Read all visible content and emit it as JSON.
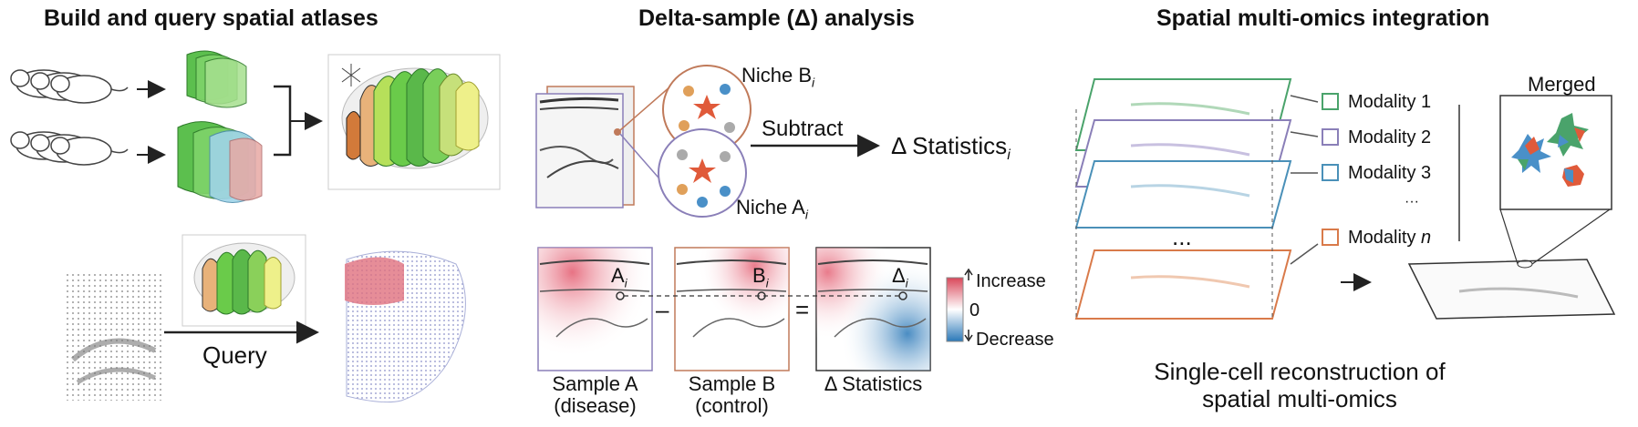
{
  "panel1": {
    "title": "Build and query spatial atlases",
    "query_label": "Query"
  },
  "panel2": {
    "title": "Delta-sample (Δ) analysis",
    "niche_b": "Niche B",
    "niche_a": "Niche A",
    "subscript_i": "i",
    "subtract": "Subtract",
    "delta_statistics": "Δ Statistics",
    "point_a": "A",
    "point_b": "B",
    "point_delta": "Δ",
    "minus": "–",
    "equals": "=",
    "legend": {
      "increase": "Increase",
      "zero": "0",
      "decrease": "Decrease",
      "high_color": "#d9475a",
      "mid_color": "#ffffff",
      "low_color": "#2a78b8"
    },
    "samples": [
      {
        "line1": "Sample A",
        "line2": "(disease)"
      },
      {
        "line1": "Sample B",
        "line2": "(control)"
      },
      {
        "line1": "Δ Statistics",
        "line2": ""
      }
    ]
  },
  "panel3": {
    "title": "Spatial multi-omics integration",
    "merged": "Merged",
    "modalities": [
      {
        "label": "Modality 1",
        "suffix": "",
        "color": "#4aa36b"
      },
      {
        "label": "Modality 2",
        "suffix": "",
        "color": "#8a7fb8"
      },
      {
        "label": "Modality 3",
        "suffix": "",
        "color": "#4a90b8"
      },
      {
        "label": "Modality ",
        "suffix": "n",
        "color": "#d97a4a"
      }
    ],
    "ellipsis": "...",
    "ellipsis_small": "···",
    "caption_line1": "Single-cell reconstruction of",
    "caption_line2": "spatial multi-omics"
  }
}
